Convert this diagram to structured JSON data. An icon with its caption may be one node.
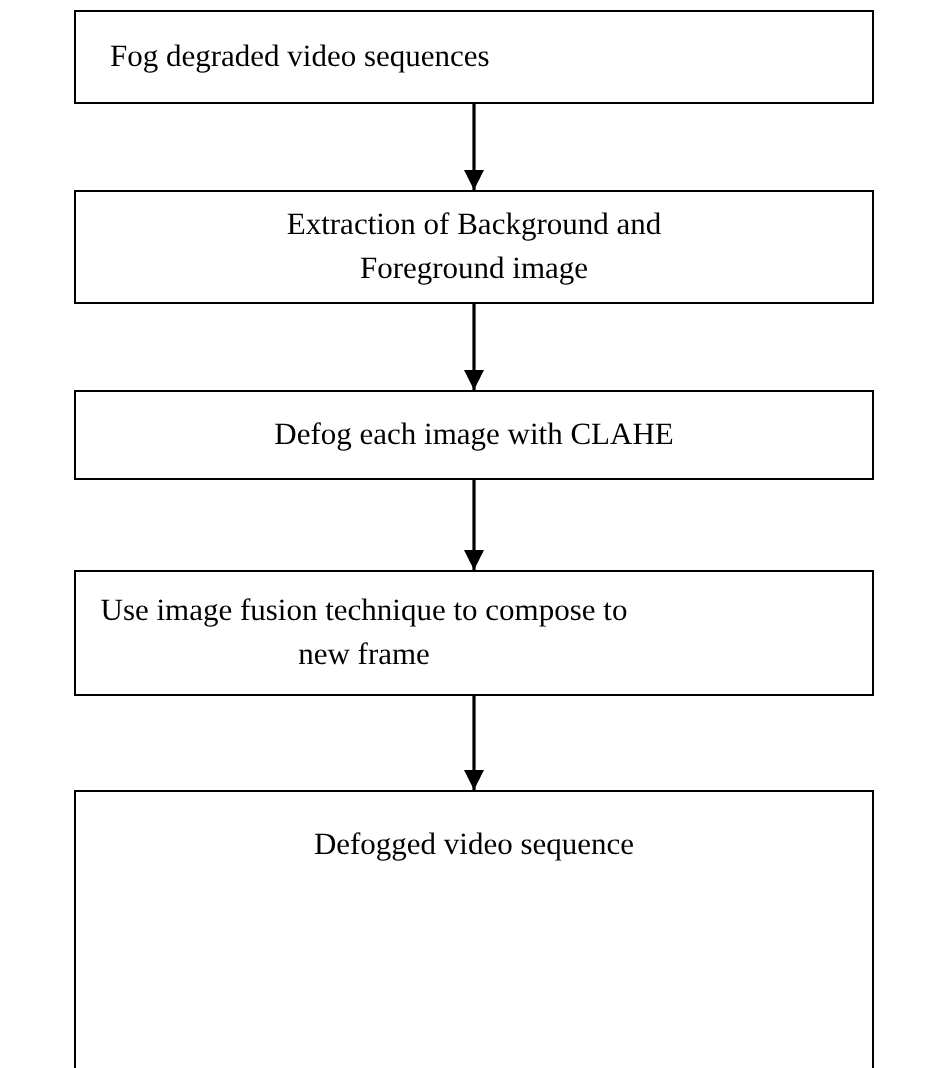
{
  "diagram": {
    "nodes": [
      {
        "text": [
          "Fog degraded video sequences"
        ]
      },
      {
        "text": [
          "Extraction of Background and Foreground image"
        ]
      },
      {
        "text": [
          "Defog each image with CLAHE"
        ]
      },
      {
        "text": [
          "Use image fusion technique to compose to new frame"
        ]
      },
      {
        "text": [
          "Defogged video sequence"
        ]
      }
    ],
    "edges": [
      {
        "from": 0,
        "to": 1,
        "arrow": "to"
      },
      {
        "from": 1,
        "to": 2,
        "arrow": "to"
      },
      {
        "from": 2,
        "to": 3,
        "arrow": "to"
      },
      {
        "from": 3,
        "to": 4,
        "arrow": "to"
      }
    ]
  }
}
